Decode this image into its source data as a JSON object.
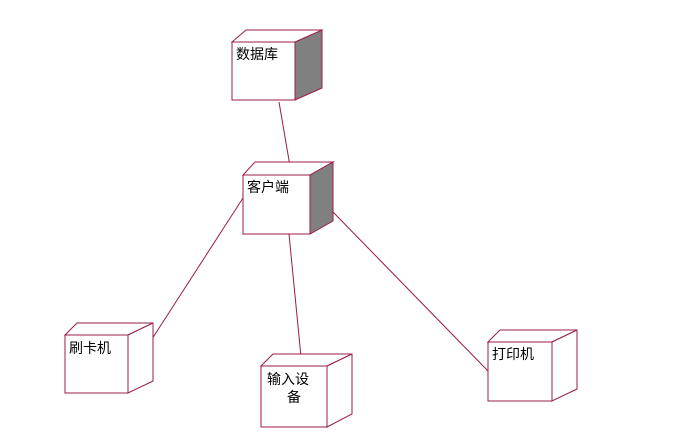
{
  "colors": {
    "line": "#9b1b4a",
    "box_fill": "#ffffff",
    "side_dark": "#808080",
    "side_light": "#ffffff",
    "text": "#000000"
  },
  "nodes": [
    {
      "id": "database",
      "label": "数据库",
      "shaded": true
    },
    {
      "id": "client",
      "label": "客户端",
      "shaded": true
    },
    {
      "id": "card_reader",
      "label": "刷卡机",
      "shaded": false
    },
    {
      "id": "input_device",
      "label": "输入设备",
      "label_lines": [
        "输入设",
        "备"
      ],
      "shaded": false
    },
    {
      "id": "printer",
      "label": "打印机",
      "shaded": false
    }
  ],
  "edges": [
    {
      "from": "database",
      "to": "client"
    },
    {
      "from": "client",
      "to": "card_reader"
    },
    {
      "from": "client",
      "to": "input_device"
    },
    {
      "from": "client",
      "to": "printer"
    }
  ]
}
